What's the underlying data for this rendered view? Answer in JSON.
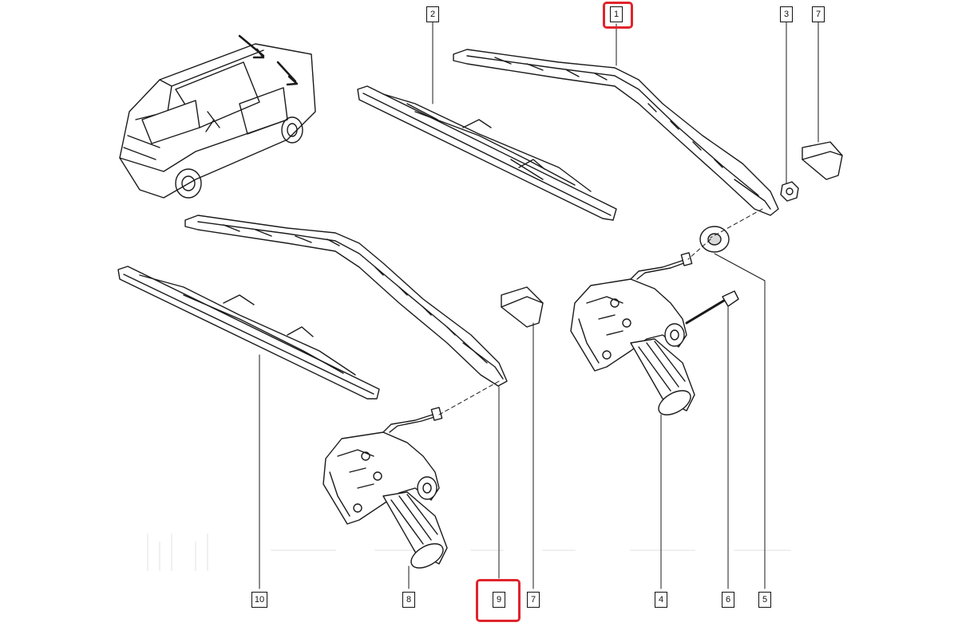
{
  "callouts": {
    "c1": "1",
    "c2": "2",
    "c3": "3",
    "c4": "4",
    "c5": "5",
    "c6": "6",
    "c7_top": "7",
    "c7_bottom": "7",
    "c8": "8",
    "c9": "9",
    "c10": "10"
  },
  "highlighted_callouts": [
    "1",
    "9"
  ],
  "colors": {
    "line": "#1a1a1a",
    "highlight": "#e0242c",
    "fill": "#ffffff",
    "shade": "#bdbdbd"
  },
  "icons": [
    "van-icon",
    "wiper-arm-icon",
    "wiper-blade-icon",
    "wiper-motor-icon",
    "nut-icon",
    "seal-washer-icon",
    "bolt-icon",
    "arm-cap-icon"
  ]
}
